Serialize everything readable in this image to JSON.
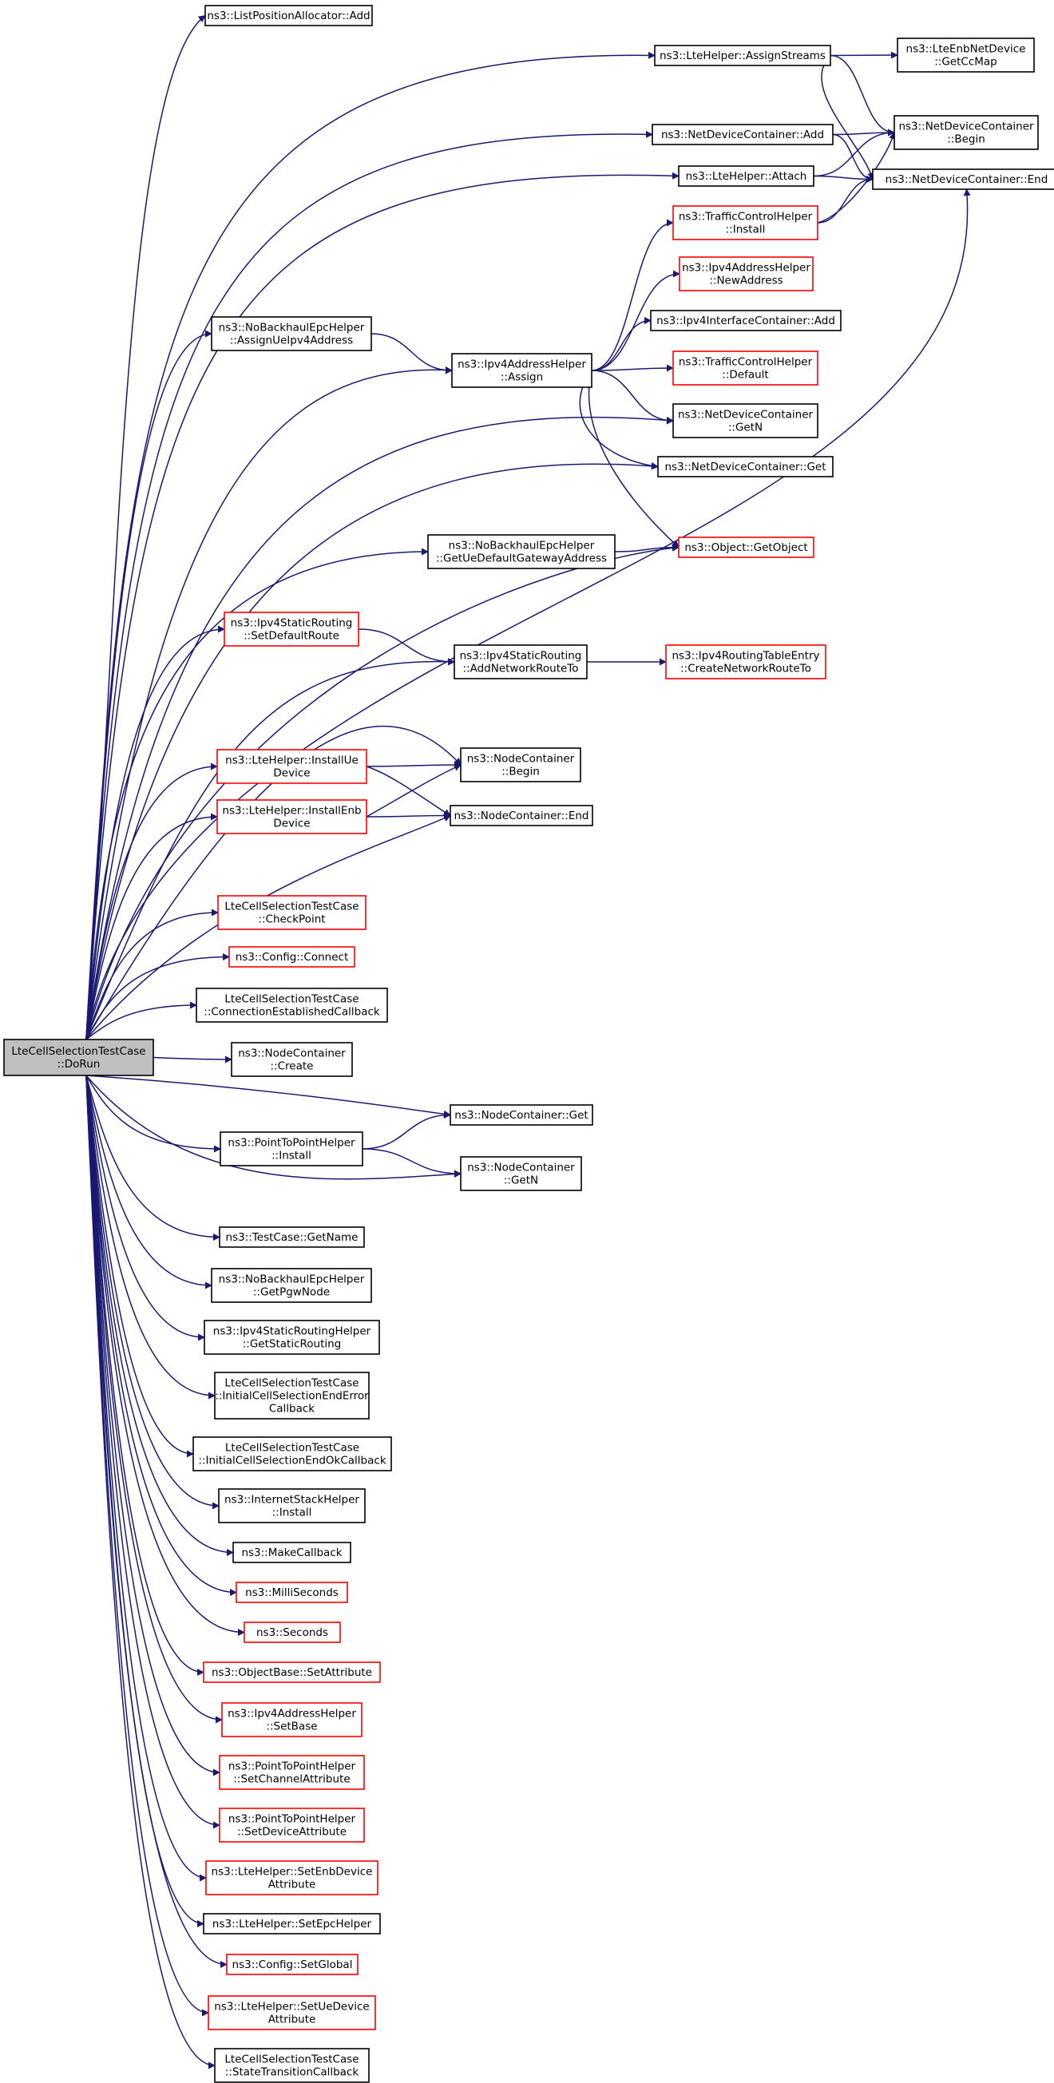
{
  "colors": {
    "edge": "#191970",
    "plain_border": "#000000",
    "red_border": "#ff0000",
    "root_fill": "#bfbfbf",
    "node_fill": "#ffffff"
  },
  "nodes": [
    {
      "id": "root",
      "lines": [
        "LteCellSelectionTestCase",
        "::DoRun"
      ],
      "style": "root"
    },
    {
      "id": "lpa_add",
      "lines": [
        "ns3::ListPositionAllocator::Add"
      ],
      "style": "plain"
    },
    {
      "id": "assign_streams",
      "lines": [
        "ns3::LteHelper::AssignStreams"
      ],
      "style": "plain"
    },
    {
      "id": "getccmap",
      "lines": [
        "ns3::LteEnbNetDevice",
        "::GetCcMap"
      ],
      "style": "plain"
    },
    {
      "id": "ndc_begin",
      "lines": [
        "ns3::NetDeviceContainer",
        "::Begin"
      ],
      "style": "plain"
    },
    {
      "id": "ndc_add",
      "lines": [
        "ns3::NetDeviceContainer::Add"
      ],
      "style": "plain"
    },
    {
      "id": "attach",
      "lines": [
        "ns3::LteHelper::Attach"
      ],
      "style": "plain"
    },
    {
      "id": "ndc_end",
      "lines": [
        "ns3::NetDeviceContainer::End"
      ],
      "style": "plain"
    },
    {
      "id": "tch_install",
      "lines": [
        "ns3::TrafficControlHelper",
        "::Install"
      ],
      "style": "red"
    },
    {
      "id": "newaddress",
      "lines": [
        "ns3::Ipv4AddressHelper",
        "::NewAddress"
      ],
      "style": "red"
    },
    {
      "id": "iic_add",
      "lines": [
        "ns3::Ipv4InterfaceContainer::Add"
      ],
      "style": "plain"
    },
    {
      "id": "assign_ue_ip",
      "lines": [
        "ns3::NoBackhaulEpcHelper",
        "::AssignUeIpv4Address"
      ],
      "style": "plain"
    },
    {
      "id": "ip_assign",
      "lines": [
        "ns3::Ipv4AddressHelper",
        "::Assign"
      ],
      "style": "plain"
    },
    {
      "id": "tch_default",
      "lines": [
        "ns3::TrafficControlHelper",
        "::Default"
      ],
      "style": "red"
    },
    {
      "id": "ndc_getn",
      "lines": [
        "ns3::NetDeviceContainer",
        "::GetN"
      ],
      "style": "plain"
    },
    {
      "id": "ndc_get",
      "lines": [
        "ns3::NetDeviceContainer::Get"
      ],
      "style": "plain"
    },
    {
      "id": "getue_gw",
      "lines": [
        "ns3::NoBackhaulEpcHelper",
        "::GetUeDefaultGatewayAddress"
      ],
      "style": "plain"
    },
    {
      "id": "getobject",
      "lines": [
        "ns3::Object::GetObject"
      ],
      "style": "red"
    },
    {
      "id": "setdefroute",
      "lines": [
        "ns3::Ipv4StaticRouting",
        "::SetDefaultRoute"
      ],
      "style": "red"
    },
    {
      "id": "addnetroute",
      "lines": [
        "ns3::Ipv4StaticRouting",
        "::AddNetworkRouteTo"
      ],
      "style": "plain"
    },
    {
      "id": "createnetroute",
      "lines": [
        "ns3::Ipv4RoutingTableEntry",
        "::CreateNetworkRouteTo"
      ],
      "style": "red"
    },
    {
      "id": "installue",
      "lines": [
        "ns3::LteHelper::InstallUe",
        "Device"
      ],
      "style": "red"
    },
    {
      "id": "nc_begin",
      "lines": [
        "ns3::NodeContainer",
        "::Begin"
      ],
      "style": "plain"
    },
    {
      "id": "installenb",
      "lines": [
        "ns3::LteHelper::InstallEnb",
        "Device"
      ],
      "style": "red"
    },
    {
      "id": "nc_end",
      "lines": [
        "ns3::NodeContainer::End"
      ],
      "style": "plain"
    },
    {
      "id": "checkpoint",
      "lines": [
        "LteCellSelectionTestCase",
        "::CheckPoint"
      ],
      "style": "red"
    },
    {
      "id": "cfg_connect",
      "lines": [
        "ns3::Config::Connect"
      ],
      "style": "red"
    },
    {
      "id": "conn_est",
      "lines": [
        "LteCellSelectionTestCase",
        "::ConnectionEstablishedCallback"
      ],
      "style": "plain"
    },
    {
      "id": "nc_create",
      "lines": [
        "ns3::NodeContainer",
        "::Create"
      ],
      "style": "plain"
    },
    {
      "id": "nc_get",
      "lines": [
        "ns3::NodeContainer::Get"
      ],
      "style": "plain"
    },
    {
      "id": "p2p_install",
      "lines": [
        "ns3::PointToPointHelper",
        "::Install"
      ],
      "style": "plain"
    },
    {
      "id": "nc_getn",
      "lines": [
        "ns3::NodeContainer",
        "::GetN"
      ],
      "style": "plain"
    },
    {
      "id": "getname",
      "lines": [
        "ns3::TestCase::GetName"
      ],
      "style": "plain"
    },
    {
      "id": "getpgw",
      "lines": [
        "ns3::NoBackhaulEpcHelper",
        "::GetPgwNode"
      ],
      "style": "plain"
    },
    {
      "id": "getstatic",
      "lines": [
        "ns3::Ipv4StaticRoutingHelper",
        "::GetStaticRouting"
      ],
      "style": "plain"
    },
    {
      "id": "initerr",
      "lines": [
        "LteCellSelectionTestCase",
        "::InitialCellSelectionEndError",
        "Callback"
      ],
      "style": "plain"
    },
    {
      "id": "initok",
      "lines": [
        "LteCellSelectionTestCase",
        "::InitialCellSelectionEndOkCallback"
      ],
      "style": "plain"
    },
    {
      "id": "ish_install",
      "lines": [
        "ns3::InternetStackHelper",
        "::Install"
      ],
      "style": "plain"
    },
    {
      "id": "makecallback",
      "lines": [
        "ns3::MakeCallback"
      ],
      "style": "plain"
    },
    {
      "id": "millis",
      "lines": [
        "ns3::MilliSeconds"
      ],
      "style": "red"
    },
    {
      "id": "seconds",
      "lines": [
        "ns3::Seconds"
      ],
      "style": "red"
    },
    {
      "id": "setattr",
      "lines": [
        "ns3::ObjectBase::SetAttribute"
      ],
      "style": "red"
    },
    {
      "id": "setbase",
      "lines": [
        "ns3::Ipv4AddressHelper",
        "::SetBase"
      ],
      "style": "red"
    },
    {
      "id": "setchanattr",
      "lines": [
        "ns3::PointToPointHelper",
        "::SetChannelAttribute"
      ],
      "style": "red"
    },
    {
      "id": "setdevattr",
      "lines": [
        "ns3::PointToPointHelper",
        "::SetDeviceAttribute"
      ],
      "style": "red"
    },
    {
      "id": "setenbattr",
      "lines": [
        "ns3::LteHelper::SetEnbDevice",
        "Attribute"
      ],
      "style": "red"
    },
    {
      "id": "setepc",
      "lines": [
        "ns3::LteHelper::SetEpcHelper"
      ],
      "style": "plain"
    },
    {
      "id": "setglobal",
      "lines": [
        "ns3::Config::SetGlobal"
      ],
      "style": "red"
    },
    {
      "id": "setueattr",
      "lines": [
        "ns3::LteHelper::SetUeDevice",
        "Attribute"
      ],
      "style": "red"
    },
    {
      "id": "statetrans",
      "lines": [
        "LteCellSelectionTestCase",
        "::StateTransitionCallback"
      ],
      "style": "plain"
    }
  ],
  "edges": [
    [
      "root",
      "lpa_add"
    ],
    [
      "root",
      "assign_streams"
    ],
    [
      "root",
      "ndc_add"
    ],
    [
      "root",
      "attach"
    ],
    [
      "root",
      "assign_ue_ip"
    ],
    [
      "root",
      "ip_assign"
    ],
    [
      "root",
      "ndc_getn"
    ],
    [
      "root",
      "ndc_get"
    ],
    [
      "root",
      "ndc_end"
    ],
    [
      "root",
      "getue_gw"
    ],
    [
      "root",
      "getobject"
    ],
    [
      "root",
      "setdefroute"
    ],
    [
      "root",
      "addnetroute"
    ],
    [
      "root",
      "nc_begin"
    ],
    [
      "root",
      "installue"
    ],
    [
      "root",
      "installenb"
    ],
    [
      "root",
      "nc_end"
    ],
    [
      "root",
      "checkpoint"
    ],
    [
      "root",
      "cfg_connect"
    ],
    [
      "root",
      "conn_est"
    ],
    [
      "root",
      "nc_create"
    ],
    [
      "root",
      "nc_get"
    ],
    [
      "root",
      "p2p_install"
    ],
    [
      "root",
      "nc_getn"
    ],
    [
      "root",
      "getname"
    ],
    [
      "root",
      "getpgw"
    ],
    [
      "root",
      "getstatic"
    ],
    [
      "root",
      "initerr"
    ],
    [
      "root",
      "initok"
    ],
    [
      "root",
      "ish_install"
    ],
    [
      "root",
      "makecallback"
    ],
    [
      "root",
      "millis"
    ],
    [
      "root",
      "seconds"
    ],
    [
      "root",
      "setattr"
    ],
    [
      "root",
      "setbase"
    ],
    [
      "root",
      "setchanattr"
    ],
    [
      "root",
      "setdevattr"
    ],
    [
      "root",
      "setenbattr"
    ],
    [
      "root",
      "setepc"
    ],
    [
      "root",
      "setglobal"
    ],
    [
      "root",
      "setueattr"
    ],
    [
      "root",
      "statetrans"
    ],
    [
      "assign_streams",
      "getccmap"
    ],
    [
      "assign_streams",
      "ndc_begin"
    ],
    [
      "assign_streams",
      "ndc_end"
    ],
    [
      "ndc_add",
      "ndc_begin"
    ],
    [
      "ndc_add",
      "ndc_end"
    ],
    [
      "attach",
      "ndc_begin"
    ],
    [
      "attach",
      "ndc_end"
    ],
    [
      "tch_install",
      "ndc_begin"
    ],
    [
      "tch_install",
      "ndc_end"
    ],
    [
      "assign_ue_ip",
      "ip_assign"
    ],
    [
      "ip_assign",
      "tch_install"
    ],
    [
      "ip_assign",
      "newaddress"
    ],
    [
      "ip_assign",
      "iic_add"
    ],
    [
      "ip_assign",
      "tch_default"
    ],
    [
      "ip_assign",
      "ndc_getn"
    ],
    [
      "ip_assign",
      "ndc_get"
    ],
    [
      "ip_assign",
      "getobject"
    ],
    [
      "getue_gw",
      "getobject"
    ],
    [
      "setdefroute",
      "addnetroute"
    ],
    [
      "addnetroute",
      "createnetroute"
    ],
    [
      "installue",
      "nc_begin"
    ],
    [
      "installue",
      "nc_end"
    ],
    [
      "installenb",
      "nc_begin"
    ],
    [
      "installenb",
      "nc_end"
    ],
    [
      "p2p_install",
      "nc_get"
    ],
    [
      "p2p_install",
      "nc_getn"
    ]
  ]
}
